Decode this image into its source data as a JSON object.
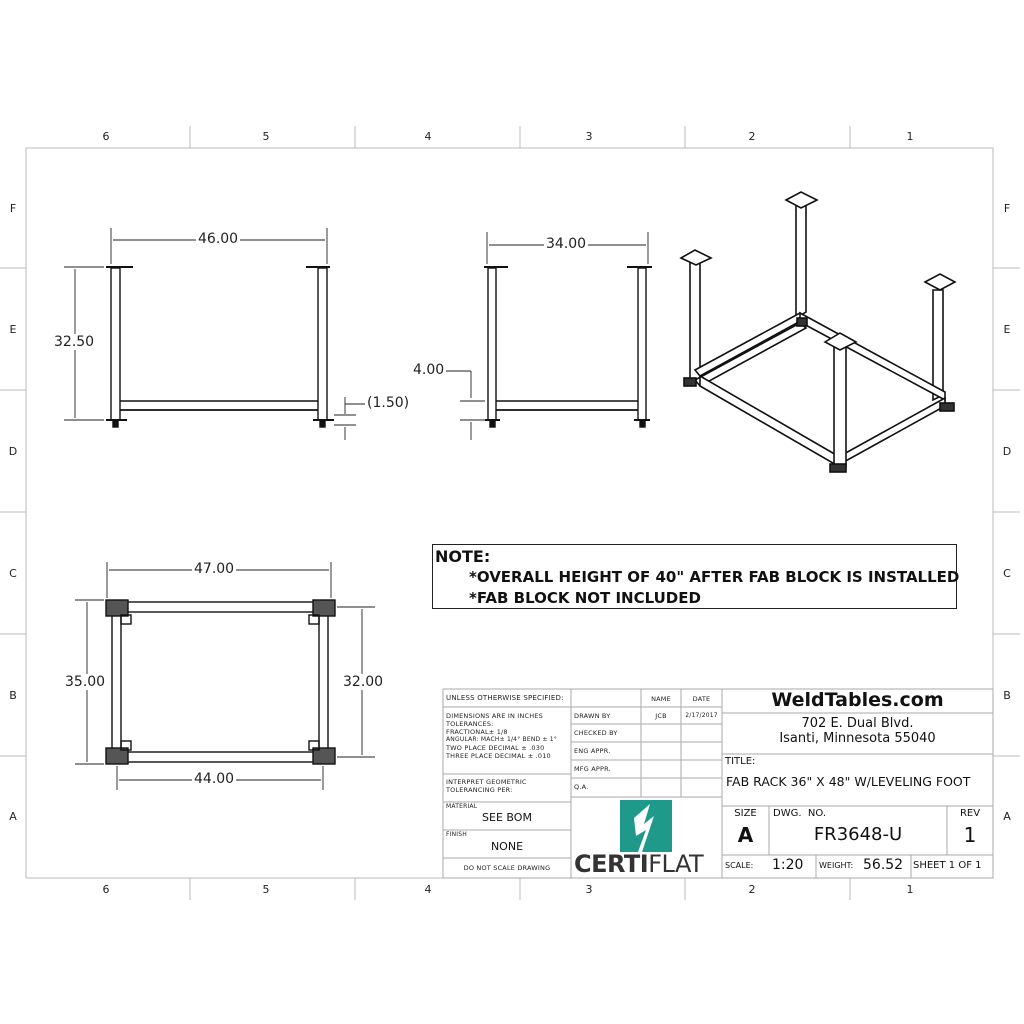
{
  "sheet": {
    "zone_columns": [
      "6",
      "5",
      "4",
      "3",
      "2",
      "1"
    ],
    "zone_rows": [
      "F",
      "E",
      "D",
      "C",
      "B",
      "A"
    ]
  },
  "views": {
    "front": {
      "width_dim": "46.00",
      "height_dim": "32.50",
      "foot_dim": "(1.50)"
    },
    "side": {
      "width_dim": "34.00",
      "rail_height_dim": "4.00"
    },
    "top": {
      "outer_width_dim": "47.00",
      "inner_width_dim": "44.00",
      "outer_depth_dim": "35.00",
      "inner_depth_dim": "32.00"
    },
    "isometric": {
      "label": "isometric-view"
    }
  },
  "note": {
    "title": "NOTE:",
    "lines": [
      "*OVERALL HEIGHT OF 40\" AFTER FAB BLOCK IS INSTALLED",
      "*FAB BLOCK NOT INCLUDED"
    ]
  },
  "title_block": {
    "unless": "UNLESS OTHERWISE SPECIFIED:",
    "tolerances": [
      "DIMENSIONS ARE IN INCHES",
      "TOLERANCES:",
      "FRACTIONAL± 1/8",
      "ANGULAR: MACH± 1/4° BEND ± 1°",
      "TWO PLACE DECIMAL   ± .030",
      "THREE PLACE DECIMAL  ± .010"
    ],
    "interpret": [
      "INTERPRET GEOMETRIC",
      "TOLERANCING PER:"
    ],
    "material_label": "MATERIAL",
    "material_value": "SEE BOM",
    "finish_label": "FINISH",
    "finish_value": "NONE",
    "do_not_scale": "DO NOT SCALE DRAWING",
    "col_name": "NAME",
    "col_date": "DATE",
    "approvals": [
      {
        "role": "DRAWN BY",
        "name": "JCB",
        "date": "2/17/2017"
      },
      {
        "role": "CHECKED BY",
        "name": "",
        "date": ""
      },
      {
        "role": "ENG APPR.",
        "name": "",
        "date": ""
      },
      {
        "role": "MFG APPR.",
        "name": "",
        "date": ""
      },
      {
        "role": "Q.A.",
        "name": "",
        "date": ""
      }
    ],
    "logo_bold": "CERTI",
    "logo_light": "FLAT",
    "logo_color": "#1f9a8a",
    "company": "WeldTables.com",
    "address1": "702 E. Dual Blvd.",
    "address2": "Isanti, Minnesota 55040",
    "title_label": "TITLE:",
    "title_value": "FAB RACK 36\" X 48\" W/LEVELING FOOT",
    "size_label": "SIZE",
    "size_value": "A",
    "dwg_label": "DWG.  NO.",
    "dwg_value": "FR3648-U",
    "rev_label": "REV",
    "rev_value": "1",
    "scale_label": "SCALE:",
    "scale_value": "1:20",
    "weight_label": "WEIGHT:",
    "weight_value": "56.52",
    "sheet_value": "SHEET 1 OF 1"
  }
}
